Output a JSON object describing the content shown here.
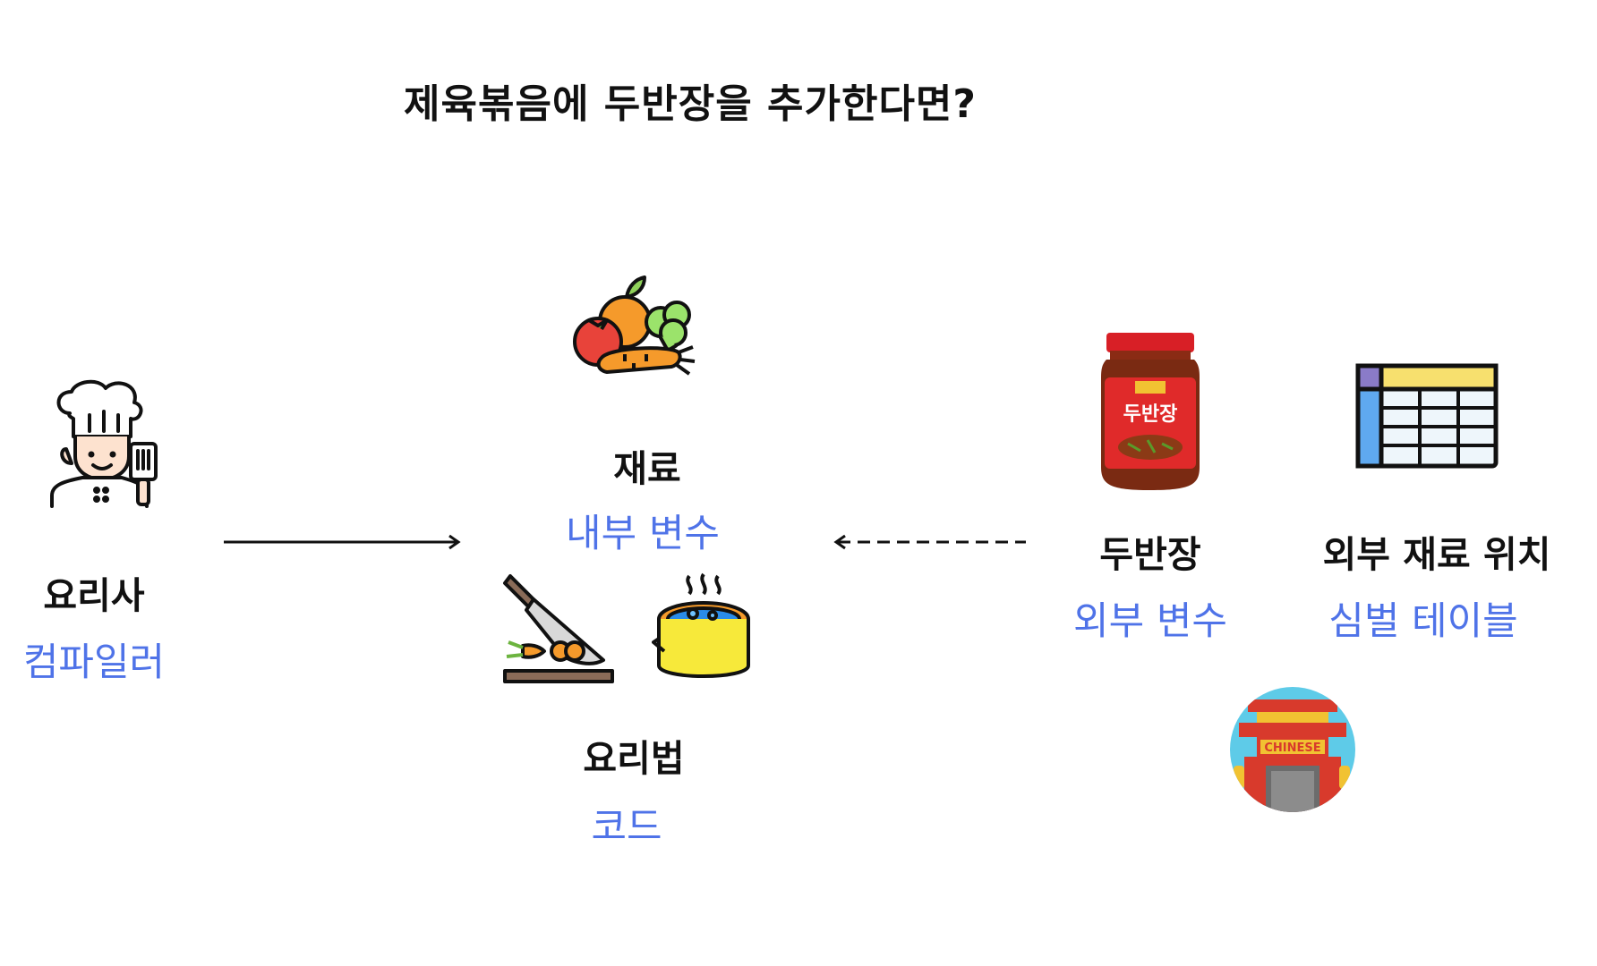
{
  "title": "제육볶음에 두반장을 추가한다면?",
  "chef": {
    "label": "요리사",
    "meaning": "컴파일러",
    "icon": "chef-icon"
  },
  "ingredients": {
    "label": "재료",
    "meaning": "내부 변수",
    "icon": "vegetables-icon"
  },
  "recipe": {
    "label": "요리법",
    "meaning": "코드",
    "icons": [
      "cutting-board-knife-icon",
      "boiling-pot-icon"
    ]
  },
  "doubanjiang": {
    "label": "두반장",
    "meaning": "외부 변수",
    "icon": "doubanjiang-jar-icon",
    "jar_text": "두반장"
  },
  "external_location": {
    "label": "외부 재료 위치",
    "meaning": "심벌 테이블",
    "icon": "table-icon"
  },
  "restaurant": {
    "sign_text": "CHINESE",
    "icon": "chinese-restaurant-icon"
  },
  "arrows": {
    "solid": "chef-to-ingredients",
    "dashed": "doubanjiang-to-ingredients"
  },
  "colors": {
    "accent": "#4f73e8",
    "text": "#111111"
  }
}
